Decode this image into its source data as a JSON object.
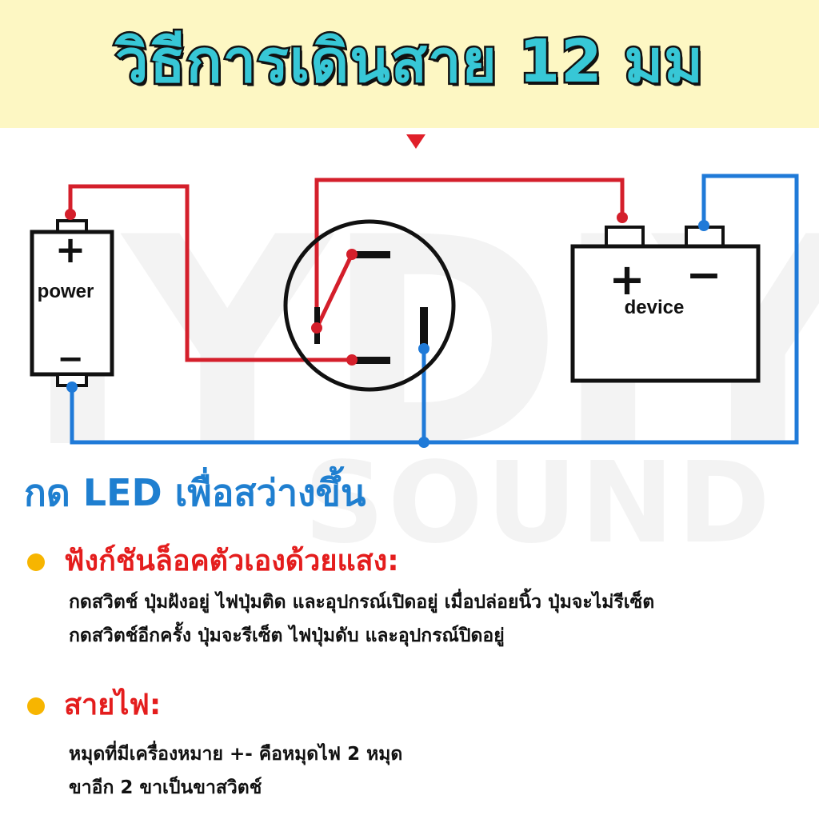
{
  "title": "วิธีการเดินสาย 12 มม",
  "watermark": {
    "main": "IYDIY",
    "sub": "SOUND"
  },
  "diagram": {
    "power_label": "power",
    "device_label": "device",
    "plus_symbol": "+",
    "minus_symbol": "−",
    "colors": {
      "positive": "#d41f2b",
      "negative": "#1f7ad8",
      "outline": "#111111"
    }
  },
  "subtitle": "กด LED เพื่อสว่างขึ้น",
  "sections": [
    {
      "heading": "ฟังก์ชันล็อคตัวเองด้วยแสง:",
      "lines": [
        "กดสวิตช์ ปุ่มฝังอยู่ ไฟปุ่มติด และอุปกรณ์เปิดอยู่ เมื่อปล่อยนิ้ว ปุ่มจะไม่รีเซ็ต",
        "กดสวิตช์อีกครั้ง ปุ่มจะรีเซ็ต ไฟปุ่มดับ และอุปกรณ์ปิดอยู่"
      ]
    },
    {
      "heading": "สายไฟ:",
      "lines": [
        "หมุดที่มีเครื่องหมาย +- คือหมุดไฟ 2 หมุด",
        "ขาอีก 2 ขาเป็นขาสวิตช์"
      ]
    }
  ]
}
